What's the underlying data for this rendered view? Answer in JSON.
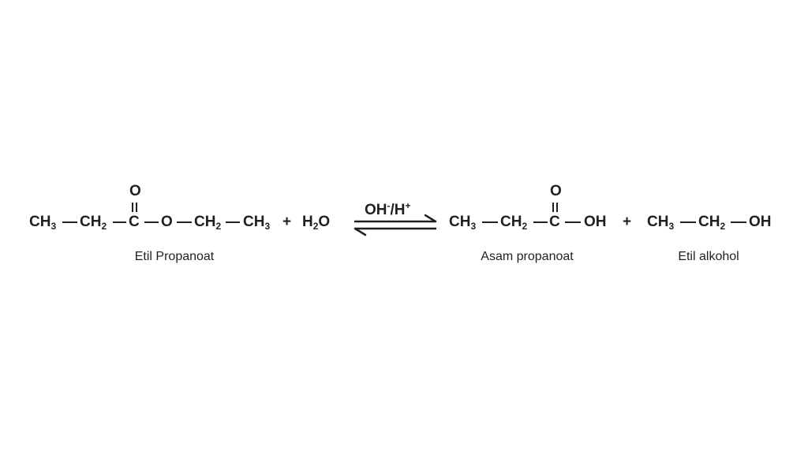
{
  "reaction": {
    "reactant": {
      "ch3": "CH",
      "ch3_sub": "3",
      "ch2": "CH",
      "ch2_sub": "2",
      "carbonyl_c": "C",
      "carbonyl_o": "O",
      "ester_o": "O",
      "ch2b": "CH",
      "ch2b_sub": "2",
      "ch3b": "CH",
      "ch3b_sub": "3",
      "label": "Etil Propanoat"
    },
    "plus1": "+",
    "water": {
      "h": "H",
      "h_sub": "2",
      "o": "O"
    },
    "catalyst": {
      "oh": "OH",
      "oh_sup": "-",
      "slash_h": "/H",
      "h_sup": "+"
    },
    "product_acid": {
      "ch3": "CH",
      "ch3_sub": "3",
      "ch2": "CH",
      "ch2_sub": "2",
      "carbonyl_c": "C",
      "carbonyl_o": "O",
      "oh": "OH",
      "label": "Asam propanoat"
    },
    "plus2": "+",
    "product_alcohol": {
      "ch3": "CH",
      "ch3_sub": "3",
      "ch2": "CH",
      "ch2_sub": "2",
      "oh": "OH",
      "label": "Etil alkohol"
    }
  }
}
